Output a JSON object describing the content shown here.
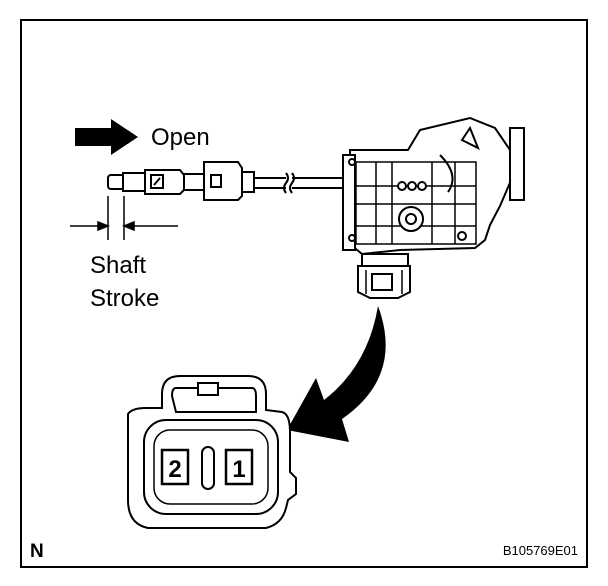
{
  "labels": {
    "direction": "Open",
    "measurement_line1": "Shaft",
    "measurement_line2": "Stroke",
    "pin_2": "2",
    "pin_1": "1",
    "view_marker": "N",
    "figure_code": "B105769E01"
  }
}
